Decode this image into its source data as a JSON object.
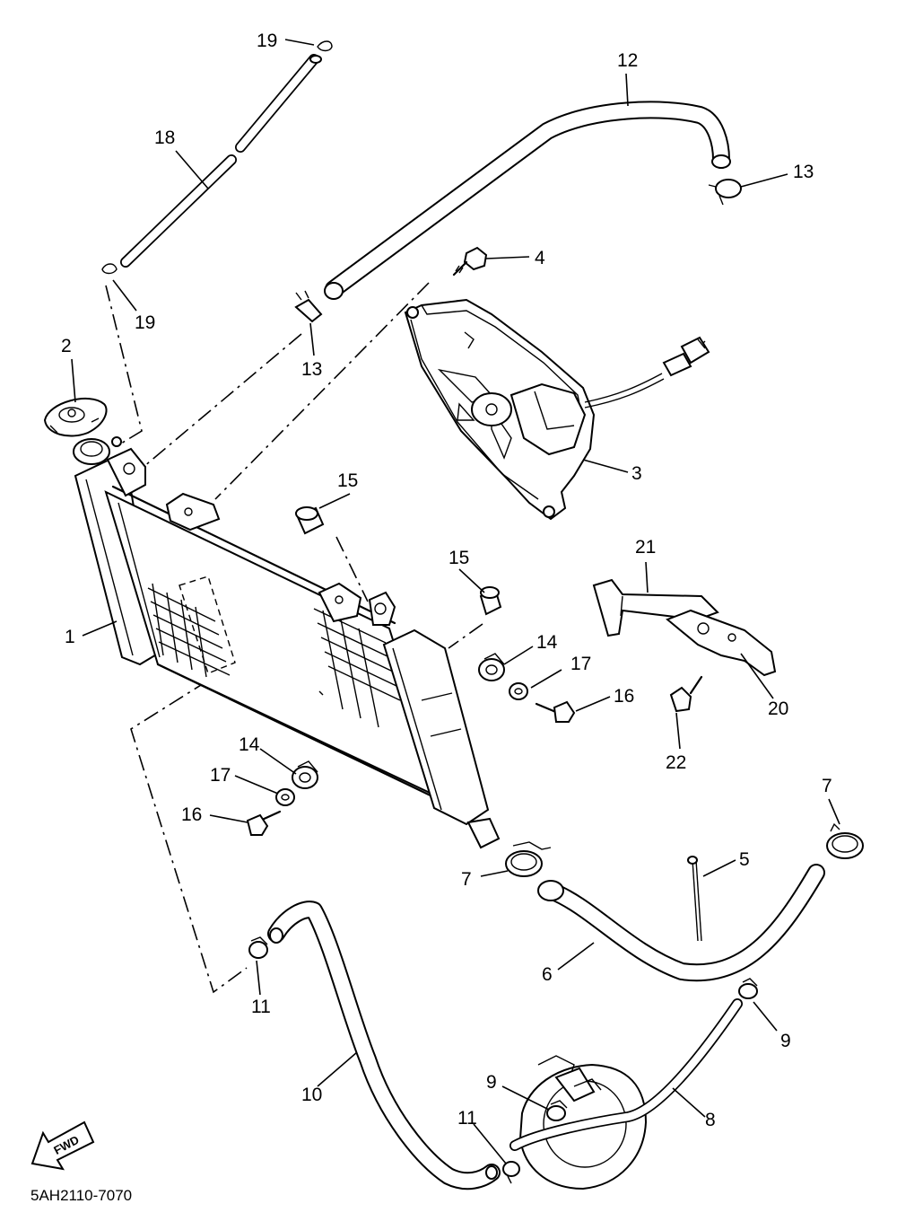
{
  "drawing_code": "5AH2110-7070",
  "fwd_label": "FWD",
  "callouts": {
    "c1": "1",
    "c2": "2",
    "c3": "3",
    "c4": "4",
    "c5": "5",
    "c6": "6",
    "c7a": "7",
    "c7b": "7",
    "c8": "8",
    "c9a": "9",
    "c9b": "9",
    "c10": "10",
    "c11a": "11",
    "c11b": "11",
    "c12": "12",
    "c13a": "13",
    "c13b": "13",
    "c14a": "14",
    "c14b": "14",
    "c15a": "15",
    "c15b": "15",
    "c16a": "16",
    "c16b": "16",
    "c17a": "17",
    "c17b": "17",
    "c18": "18",
    "c19a": "19",
    "c19b": "19",
    "c20": "20",
    "c21": "21",
    "c22": "22"
  }
}
